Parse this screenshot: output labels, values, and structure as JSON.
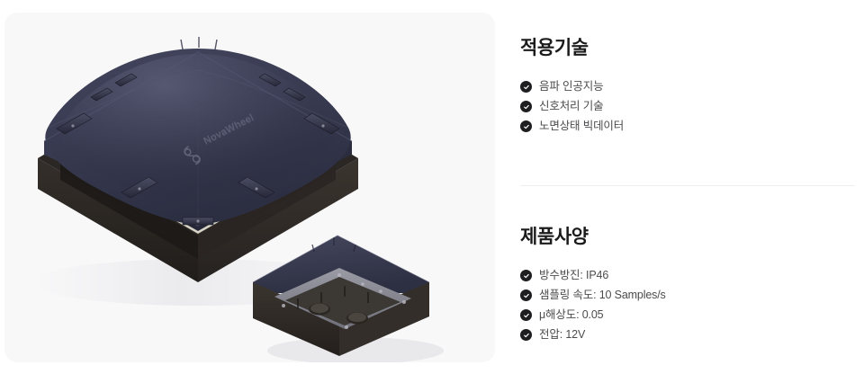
{
  "product_image": {
    "alt_name": "NovaWheel road-surface sensor unit",
    "brand_text": "NovaWheel",
    "logo_icon": "novawheel-logo-icon",
    "colors": {
      "panel_background": "#f8f8f9",
      "lid_navy": "#3b3d54",
      "lid_navy_dark": "#2f3145",
      "lid_highlight": "#4d5068",
      "base_dark": "#231f1c",
      "base_mid": "#33302c",
      "gasket_cream": "#d8d4c2",
      "metal_gray": "#8d8f97"
    }
  },
  "sections": [
    {
      "id": "applied-technology",
      "title": "적용기술",
      "items": [
        "음파 인공지능",
        "신호처리 기술",
        "노면상태 빅데이터"
      ]
    },
    {
      "id": "product-specification",
      "title": "제품사양",
      "items": [
        "방수방진: IP46",
        "샘플링 속도: 10 Samples/s",
        "μ해상도: 0.05",
        "전압: 12V"
      ]
    }
  ],
  "icons": {
    "check": "check-circle-icon"
  },
  "theme": {
    "page_background": "#ffffff",
    "heading_color": "#1b1b1b",
    "body_text_color": "#4c4c4e",
    "icon_background": "#1e1e20",
    "icon_glyph": "#ffffff",
    "divider_color": "#efeff1"
  }
}
